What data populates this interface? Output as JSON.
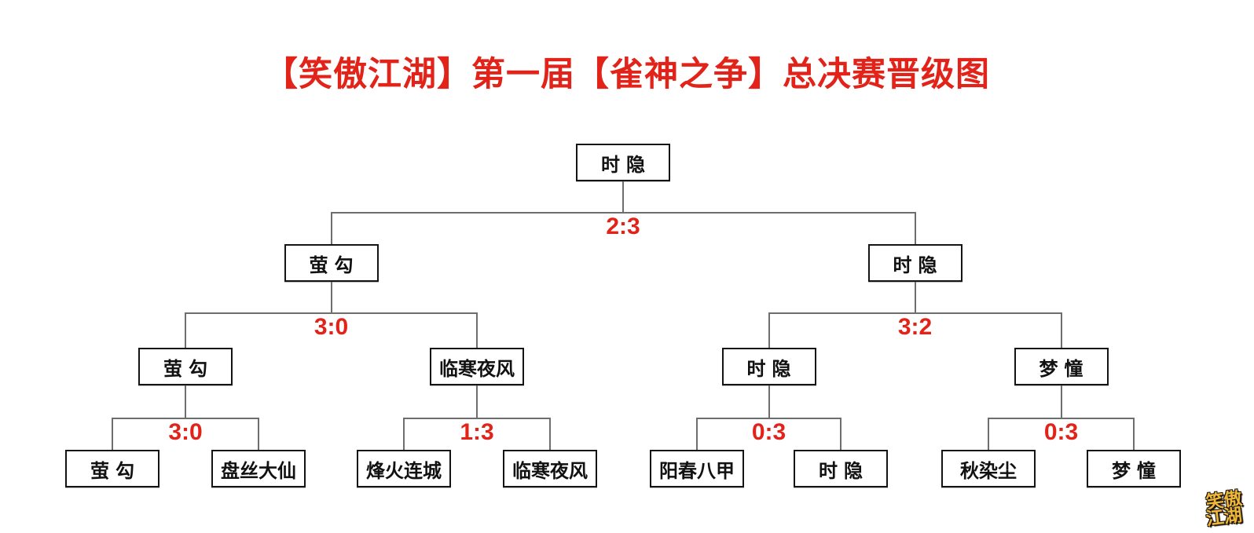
{
  "title": {
    "text": "【笑傲江湖】第一届【雀神之争】总决赛晋级图"
  },
  "colors": {
    "accent_red": "#e2231a",
    "box_border": "#141414",
    "connector_gray": "#6e6e6e",
    "logo_gold": "#edb73c"
  },
  "bracket": {
    "round1_players": [
      "萤勾",
      "盘丝大仙",
      "烽火连城",
      "临寒夜风",
      "阳春八甲",
      "时隐",
      "秋染尘",
      "梦憧"
    ],
    "round2_winners": [
      {
        "name": "萤勾",
        "score": "3:0"
      },
      {
        "name": "临寒夜风",
        "score": "1:3"
      },
      {
        "name": "时隐",
        "score": "0:3"
      },
      {
        "name": "梦憧",
        "score": "0:3"
      }
    ],
    "round3_winners": [
      {
        "name": "萤勾",
        "score": "3:0"
      },
      {
        "name": "时隐",
        "score": "3:2"
      }
    ],
    "champion": {
      "name": "时隐",
      "score": "2:3"
    }
  },
  "logo": {
    "line1": "笑傲",
    "line2": "江湖"
  }
}
